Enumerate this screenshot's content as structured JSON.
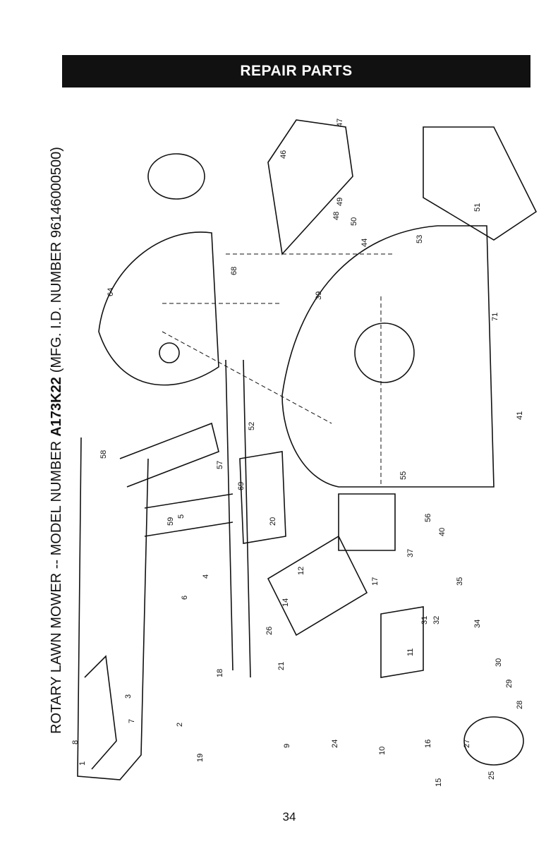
{
  "header": {
    "banner": "REPAIR PARTS"
  },
  "title": {
    "prefix": "ROTARY LAWN MOWER -- MODEL NUMBER",
    "model": "A173K22",
    "suffix": "(MFG. I.D. NUMBER 96146000500)"
  },
  "page_number": "34",
  "callouts": [
    "1",
    "2",
    "3",
    "4",
    "5",
    "6",
    "7",
    "8",
    "9",
    "10",
    "11",
    "12",
    "14",
    "15",
    "16",
    "17",
    "18",
    "19",
    "20",
    "21",
    "24",
    "25",
    "26",
    "27",
    "28",
    "29",
    "30",
    "31",
    "32",
    "34",
    "35",
    "37",
    "39",
    "40",
    "41",
    "44",
    "46",
    "47",
    "48",
    "49",
    "50",
    "51",
    "52",
    "53",
    "55",
    "56",
    "57",
    "58",
    "59",
    "64",
    "68",
    "69",
    "71"
  ]
}
